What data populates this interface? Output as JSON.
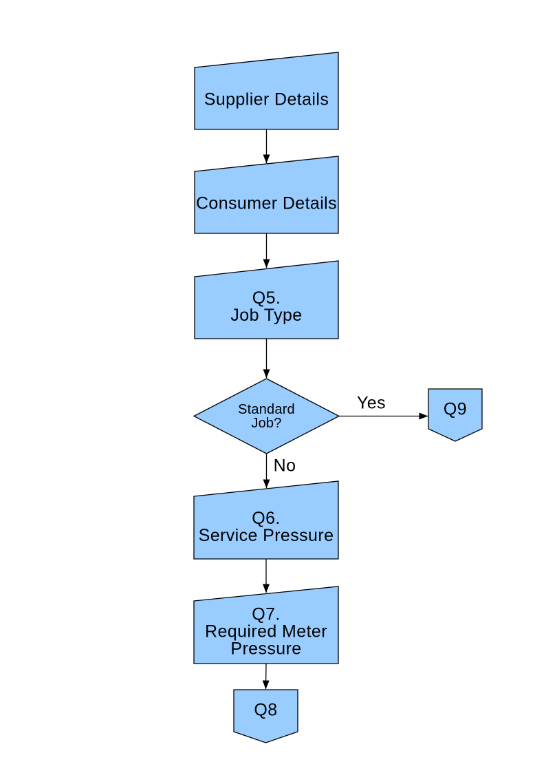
{
  "colors": {
    "node_fill": "#99CCFF",
    "node_border": "#000000",
    "connector": "#000000",
    "text": "#000000",
    "page_background": "#FFFFFF"
  },
  "flowchart": {
    "nodes": [
      {
        "id": "supplier-details",
        "shape": "manual-input",
        "label": "Supplier Details"
      },
      {
        "id": "consumer-details",
        "shape": "manual-input",
        "label": "Consumer Details"
      },
      {
        "id": "q5-job-type",
        "shape": "manual-input",
        "label": "Q5.\nJob Type"
      },
      {
        "id": "standard-job-decision",
        "shape": "decision",
        "label": "Standard\nJob?"
      },
      {
        "id": "q9-connector",
        "shape": "off-page-connector",
        "label": "Q9"
      },
      {
        "id": "q6-service-pressure",
        "shape": "manual-input",
        "label": "Q6.\nService Pressure"
      },
      {
        "id": "q7-required-meter-pressure",
        "shape": "manual-input",
        "label": "Q7.\nRequired Meter\nPressure"
      },
      {
        "id": "q8-connector",
        "shape": "off-page-connector",
        "label": "Q8"
      }
    ],
    "edges": [
      {
        "from": "supplier-details",
        "to": "consumer-details",
        "label": ""
      },
      {
        "from": "consumer-details",
        "to": "q5-job-type",
        "label": ""
      },
      {
        "from": "q5-job-type",
        "to": "standard-job-decision",
        "label": ""
      },
      {
        "from": "standard-job-decision",
        "to": "q9-connector",
        "label": "Yes"
      },
      {
        "from": "standard-job-decision",
        "to": "q6-service-pressure",
        "label": "No"
      },
      {
        "from": "q6-service-pressure",
        "to": "q7-required-meter-pressure",
        "label": ""
      },
      {
        "from": "q7-required-meter-pressure",
        "to": "q8-connector",
        "label": ""
      }
    ]
  }
}
